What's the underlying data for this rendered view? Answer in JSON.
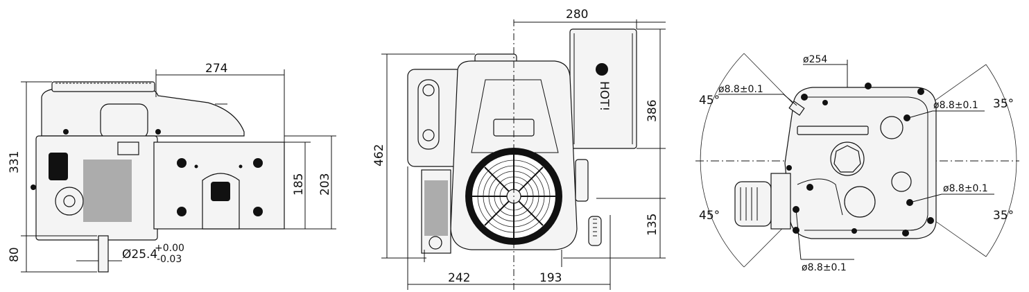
{
  "side_view": {
    "width_274": "274",
    "height_331": "331",
    "height_185": "185",
    "height_203": "203",
    "shaft_80": "80",
    "shaft_diameter": "Ø25.4",
    "tol_upper": "+0.00",
    "tol_lower": "-0.03"
  },
  "front_view": {
    "width_280": "280",
    "height_462": "462",
    "height_386": "386",
    "height_135": "135",
    "left_242": "242",
    "right_193": "193",
    "brand": "HOT!"
  },
  "bottom_view": {
    "diameter_254": "ø254",
    "hole_tl": "ø8.8±0.1",
    "hole_tr": "ø8.8±0.1",
    "hole_r": "ø8.8±0.1",
    "hole_b": "ø8.8±0.1",
    "angle_tl": "45°",
    "angle_bl": "45°",
    "angle_tr": "35°",
    "angle_br": "35°"
  }
}
